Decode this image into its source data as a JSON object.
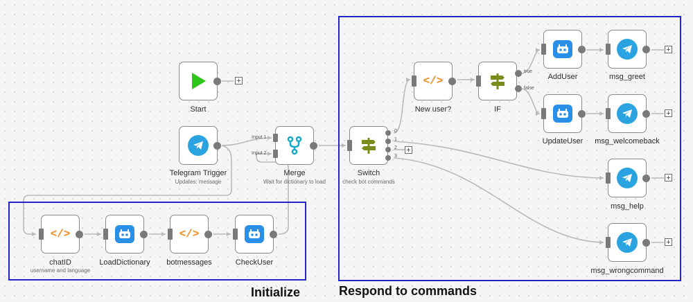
{
  "colors": {
    "frame": "#2323c8",
    "telegram": "#2aa3e0",
    "code": "#f08a1c",
    "route": "#7a8c1c",
    "merge": "#17a9c8",
    "start": "#2ec51a"
  },
  "regions": {
    "initialize": "Initialize",
    "respond": "Respond to commands"
  },
  "nodes": {
    "start": {
      "label": "Start",
      "icon": "play-icon"
    },
    "telegram_trigger": {
      "label": "Telegram Trigger",
      "sub": "Updates: message",
      "icon": "telegram-icon"
    },
    "merge": {
      "label": "Merge",
      "sub": "Wait for dictionary to load",
      "icon": "merge-icon",
      "inputs": [
        "Input 1",
        "Input 2"
      ]
    },
    "switch": {
      "label": "Switch",
      "sub": "check bot commands",
      "icon": "signpost-icon",
      "outputs": [
        "0",
        "1",
        "2",
        "3"
      ]
    },
    "new_user": {
      "label": "New user?",
      "icon": "code-icon"
    },
    "if": {
      "label": "IF",
      "icon": "signpost-icon",
      "outputs": [
        "true",
        "false"
      ]
    },
    "add_user": {
      "label": "AddUser",
      "icon": "database-bot-icon"
    },
    "update_user": {
      "label": "UpdateUser",
      "icon": "database-bot-icon"
    },
    "msg_greet": {
      "label": "msg_greet",
      "icon": "telegram-icon"
    },
    "msg_welcomeback": {
      "label": "msg_welcomeback",
      "icon": "telegram-icon"
    },
    "msg_help": {
      "label": "msg_help",
      "icon": "telegram-icon"
    },
    "msg_wrongcommand": {
      "label": "msg_wrongcommand",
      "icon": "telegram-icon"
    },
    "chat_id": {
      "label": "chatID",
      "sub": "username and language",
      "icon": "code-icon"
    },
    "load_dictionary": {
      "label": "LoadDictionary",
      "icon": "database-bot-icon"
    },
    "botmessages": {
      "label": "botmessages",
      "icon": "code-icon"
    },
    "check_user": {
      "label": "CheckUser",
      "icon": "database-bot-icon"
    }
  },
  "add_button": "+"
}
